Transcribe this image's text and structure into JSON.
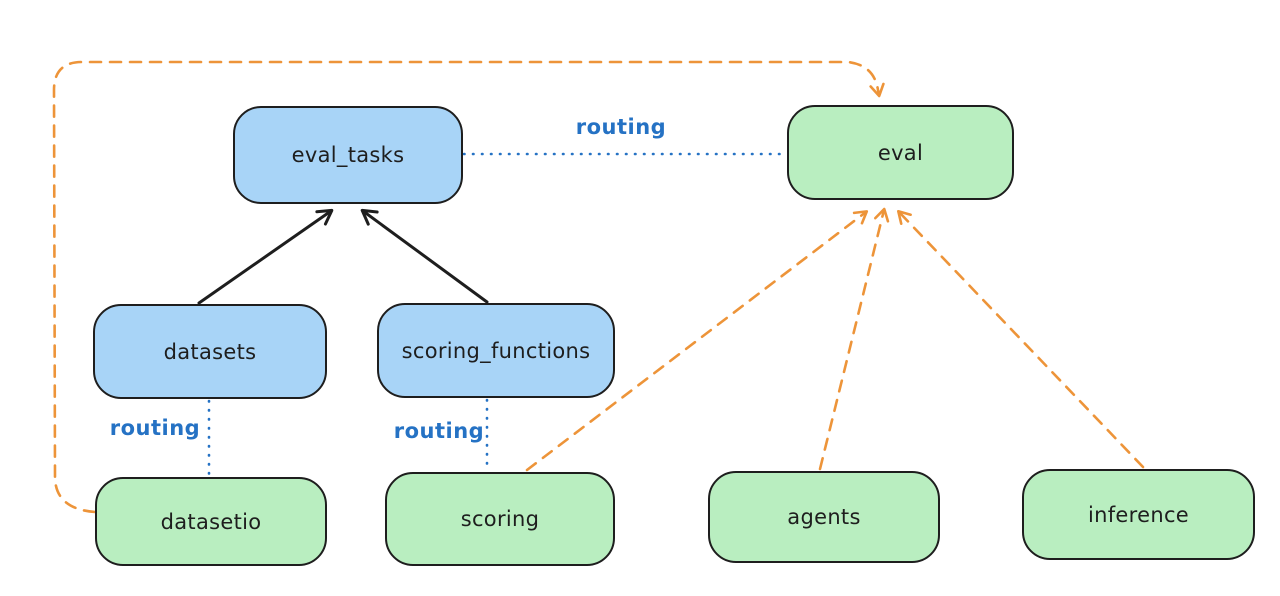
{
  "diagram": {
    "nodes": {
      "eval_tasks": {
        "label": "eval_tasks",
        "fill": "#a8d4f7"
      },
      "eval": {
        "label": "eval",
        "fill": "#b9eec0"
      },
      "datasets": {
        "label": "datasets",
        "fill": "#a8d4f7"
      },
      "scoring_functions": {
        "label": "scoring_functions",
        "fill": "#a8d4f7"
      },
      "datasetio": {
        "label": "datasetio",
        "fill": "#b9eec0"
      },
      "scoring": {
        "label": "scoring",
        "fill": "#b9eec0"
      },
      "agents": {
        "label": "agents",
        "fill": "#b9eec0"
      },
      "inference": {
        "label": "inference",
        "fill": "#b9eec0"
      }
    },
    "edge_labels": {
      "routing_top": "routing",
      "routing_left": "routing",
      "routing_mid": "routing"
    },
    "colors": {
      "background": "#ffffff",
      "node_stroke": "#1e1e1e",
      "blue_fill": "#a8d4f7",
      "green_fill": "#b9eec0",
      "routing_blue": "#2572c4",
      "orange_dash": "#ed9439",
      "black_arrow": "#1e1e1e"
    }
  }
}
